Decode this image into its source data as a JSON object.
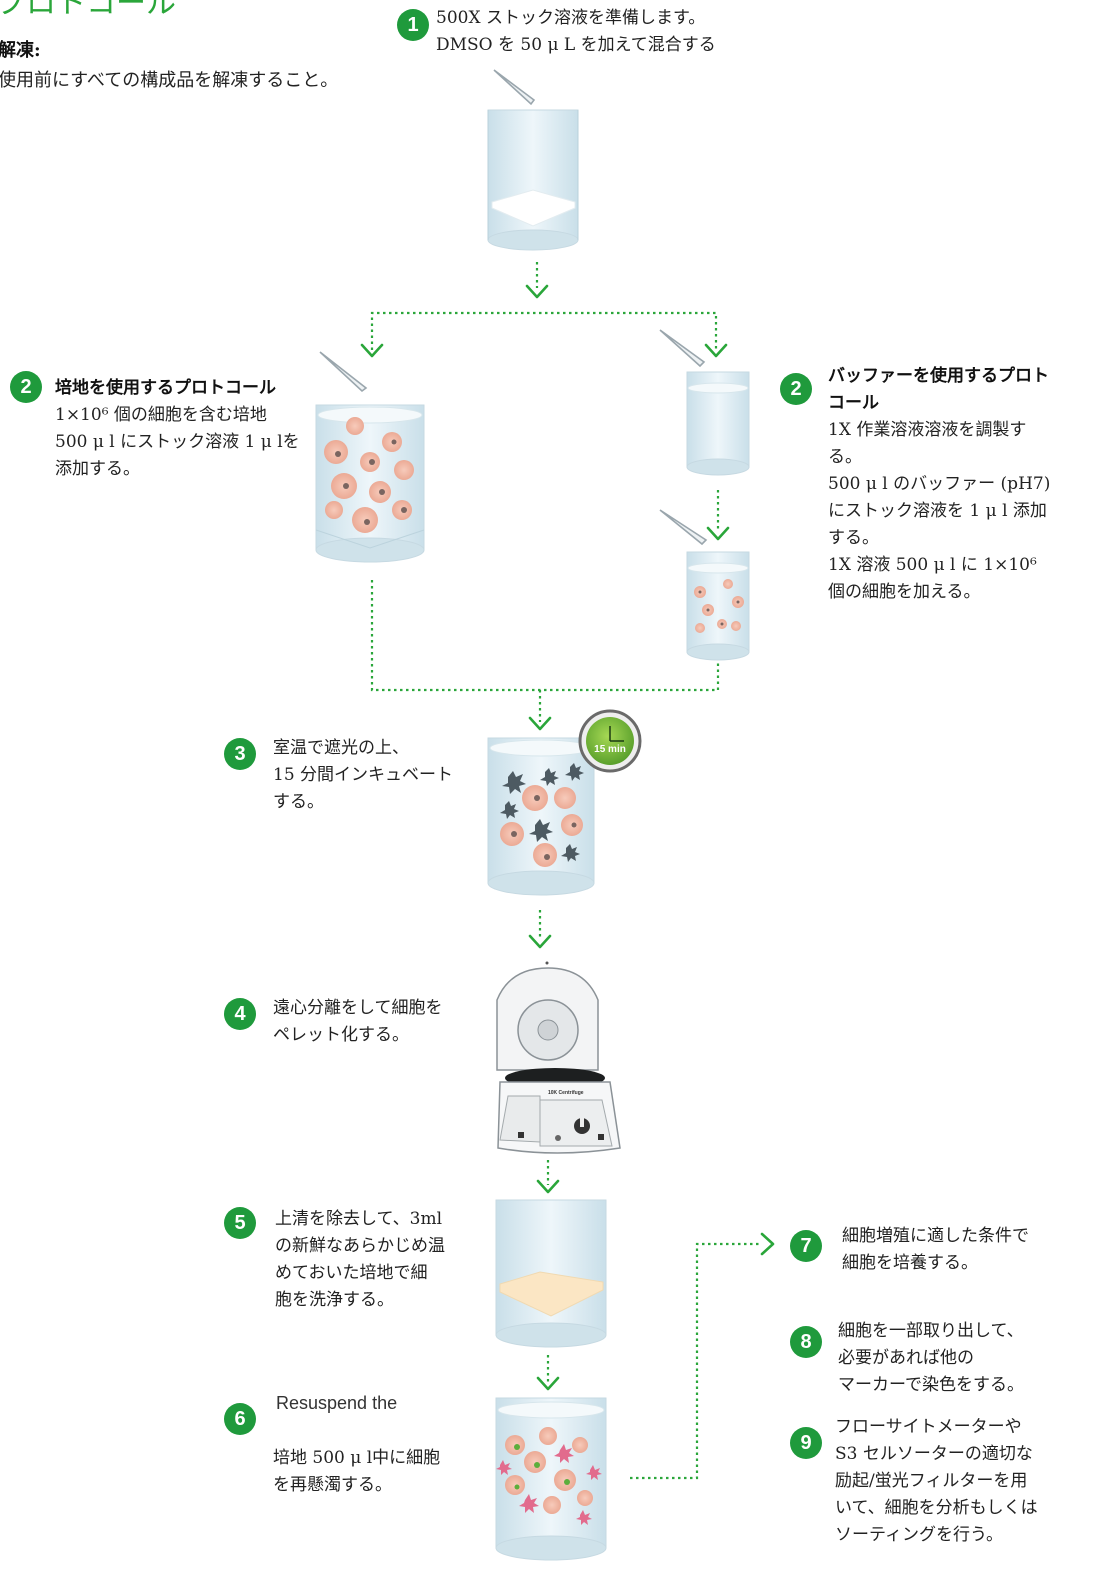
{
  "title": "プロトコール",
  "note": {
    "heading": "解凍:",
    "text": "使用前にすべての構成品を解凍すること。"
  },
  "steps": {
    "s1": {
      "num": "1",
      "line1": "500X ストック溶液を準備します。",
      "line2": "DMSO を 50 μ L を加えて混合する"
    },
    "s2a": {
      "num": "2",
      "heading": "培地を使用するプロトコール",
      "line1": "1×10⁶ 個の細胞を含む培地",
      "line2": "500 μ l にストック溶液 1 μ lを",
      "line3": "添加する。"
    },
    "s2b": {
      "num": "2",
      "heading1": "バッファーを使用するプロト",
      "heading2": "コール",
      "l1": "1X 作業溶液溶液を調製す",
      "l2": "る。",
      "l3": "500 μ l のバッファー (pH7)",
      "l4": "にストック溶液を 1 μ l 添加",
      "l5": "する。",
      "l6": "1X 溶液 500 μ l に 1×10⁶",
      "l7": "個の細胞を加える。"
    },
    "s3": {
      "num": "3",
      "l1": "室温で遮光の上、",
      "l2": "15 分間インキュベート",
      "l3": "する。",
      "timer": "15 min"
    },
    "s4": {
      "num": "4",
      "l1": "遠心分離をして細胞を",
      "l2": "ペレット化する。",
      "device_label": "10K Centrifuge"
    },
    "s5": {
      "num": "5",
      "l1": "上清を除去して、3ml",
      "l2": "の新鮮なあらかじめ温",
      "l3": "めておいた培地で細",
      "l4": "胞を洗浄する。"
    },
    "s6": {
      "num": "6",
      "en": "Resuspend the",
      "l1": "培地 500 μ l中に細胞",
      "l2": "を再懸濁する。"
    },
    "s7": {
      "num": "7",
      "l1": "細胞増殖に適した条件で",
      "l2": "細胞を培養する。"
    },
    "s8": {
      "num": "8",
      "l1": "細胞を一部取り出して、",
      "l2": "必要があれば他の",
      "l3": "マーカーで染色をする。"
    },
    "s9": {
      "num": "9",
      "l1": "フローサイトメーターや",
      "l2": "S3 セルソーターの適切な",
      "l3": "励起/蛍光フィルターを用",
      "l4": "いて、細胞を分析もしくは",
      "l5": "ソーティングを行う。"
    }
  },
  "colors": {
    "accent": "#1f9a3c",
    "arrow": "#2aa63a",
    "cell": "#f0b8a6",
    "tube": "#d6e8f0"
  }
}
